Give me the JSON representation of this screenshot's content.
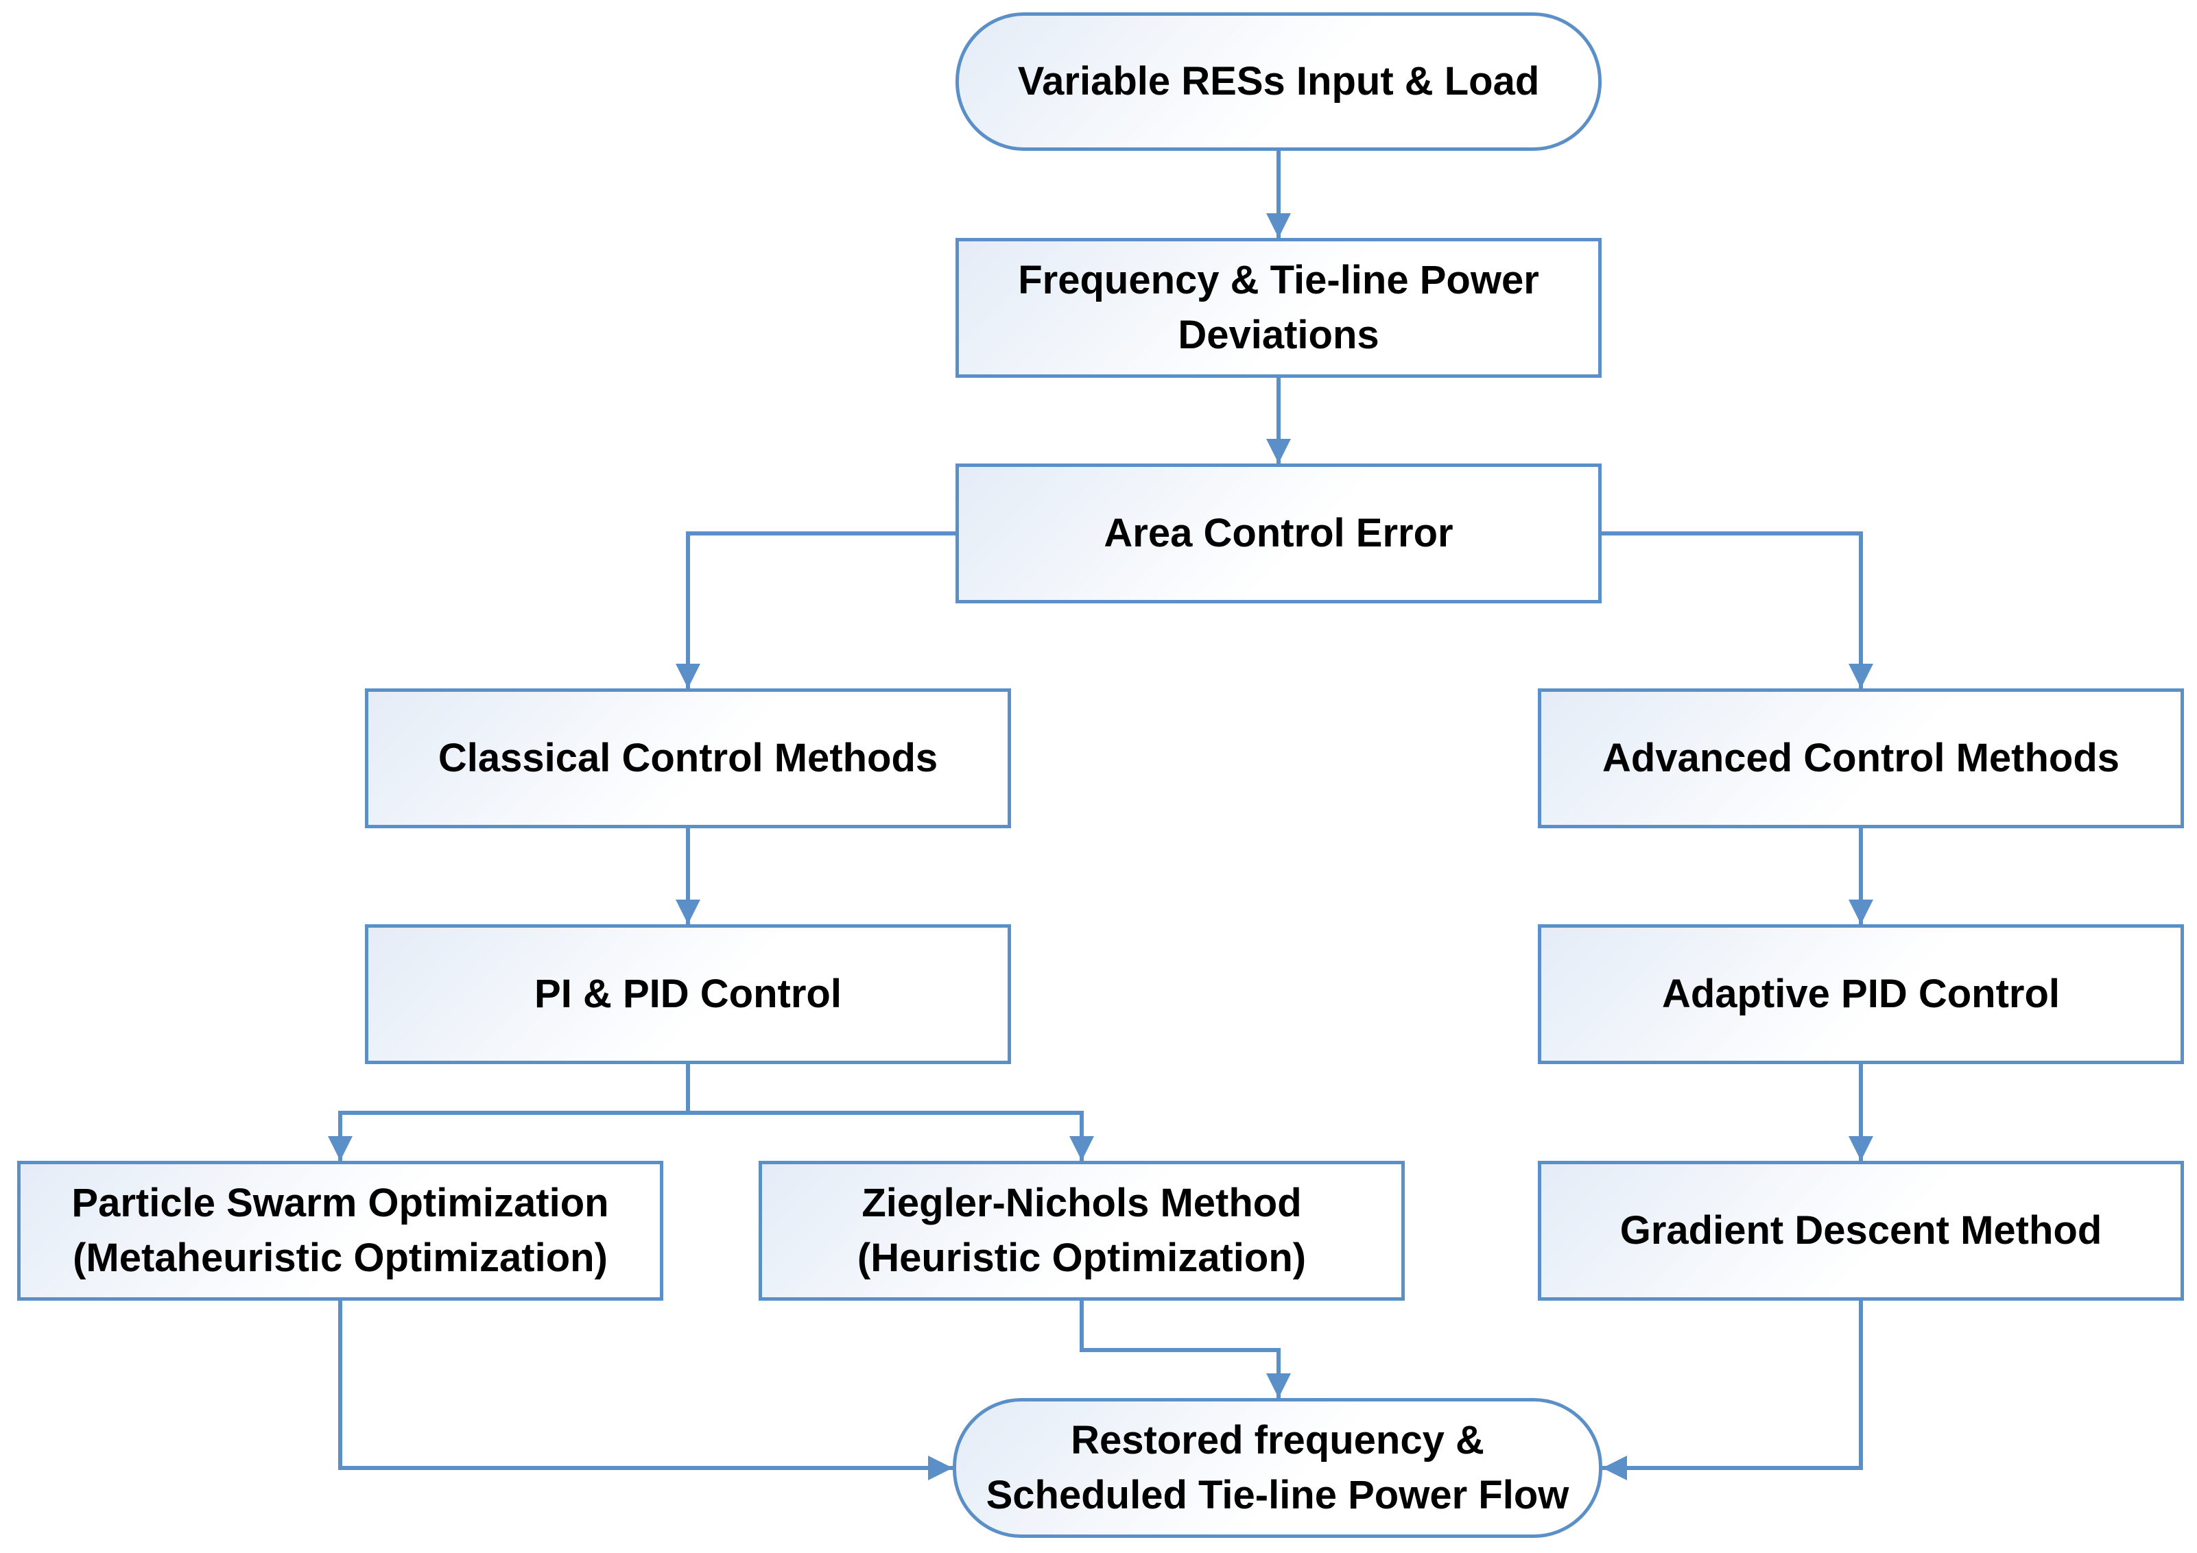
{
  "diagram": {
    "colors": {
      "line": "#5b8fc7",
      "fill_tint": "#e4ecf7",
      "text": "#000000"
    },
    "nodes": {
      "input": {
        "lines": [
          "Variable RESs Input & Load"
        ]
      },
      "deviations": {
        "lines": [
          "Frequency & Tie-line Power",
          "Deviations"
        ]
      },
      "ace": {
        "lines": [
          "Area Control Error"
        ]
      },
      "classical": {
        "lines": [
          "Classical Control Methods"
        ]
      },
      "advanced": {
        "lines": [
          "Advanced Control Methods"
        ]
      },
      "pi_pid": {
        "lines": [
          "PI & PID Control"
        ]
      },
      "adaptive": {
        "lines": [
          "Adaptive PID Control"
        ]
      },
      "pso": {
        "lines": [
          "Particle Swarm Optimization",
          "(Metaheuristic Optimization)"
        ]
      },
      "zn": {
        "lines": [
          "Ziegler-Nichols Method",
          "(Heuristic Optimization)"
        ]
      },
      "gd": {
        "lines": [
          "Gradient Descent Method"
        ]
      },
      "output": {
        "lines": [
          "Restored frequency &",
          "Scheduled Tie-line Power Flow"
        ]
      }
    }
  }
}
